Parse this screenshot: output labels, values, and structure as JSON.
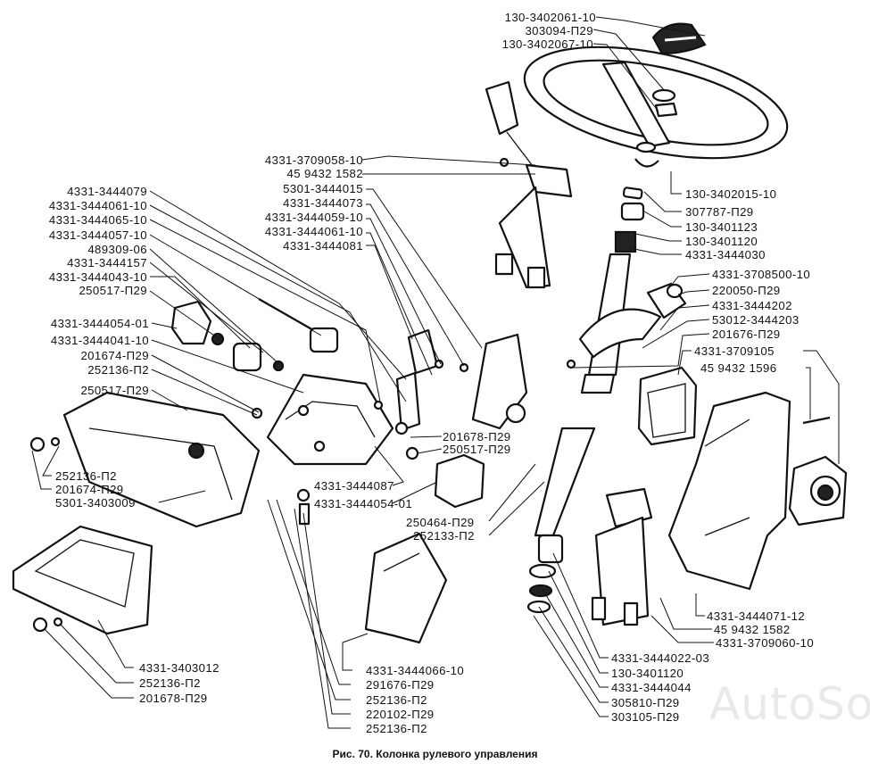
{
  "figure": {
    "caption": "Рис. 70. Колонка рулевого управления",
    "watermark": "AutoSoft"
  },
  "callouts": {
    "top_right": [
      "130-3402061-10",
      "303094-П29",
      "130-3402067-10"
    ],
    "upper_center": [
      "4331-3709058-10",
      "45 9432 1582",
      "5301-3444015",
      "4331-3444073",
      "4331-3444059-10",
      "4331-3444061-10",
      "4331-3444081"
    ],
    "left_upper": [
      "4331-3444079",
      "4331-3444061-10",
      "4331-3444065-10",
      "4331-3444057-10",
      "489309-06",
      "4331-3444157",
      "4331-3444043-10",
      "250517-П29"
    ],
    "left_middle": [
      "4331-3444054-01",
      "4331-3444041-10",
      "201674-П29",
      "252136-П2",
      "250517-П29"
    ],
    "left_lower": [
      "252136-П2",
      "201674-П29",
      "5301-3403009"
    ],
    "right_upper": [
      "130-3402015-10",
      "307787-П29",
      "130-3401123",
      "130-3401120",
      "4331-3444030"
    ],
    "right_middle": [
      "4331-3708500-10",
      "220050-П29",
      "4331-3444202",
      "53012-3444203",
      "201676-П29",
      "4331-3709105",
      "45 9432 1596"
    ],
    "center": [
      "201678-П29",
      "250517-П29",
      "4331-3444087",
      "4331-3444054-01",
      "250464-П29",
      "252133-П2"
    ],
    "right_lower": [
      "4331-3444071-12",
      "45 9432 1582",
      "4331-3709060-10"
    ],
    "bottom_center_right": [
      "4331-3444022-03",
      "130-3401120",
      "4331-3444044",
      "305810-П29",
      "303105-П29"
    ],
    "bottom_center": [
      "4331-3444066-10",
      "291676-П29",
      "252136-П2",
      "220102-П29",
      "252136-П2"
    ],
    "bottom_left": [
      "4331-3403012",
      "252136-П2",
      "201678-П29"
    ]
  }
}
